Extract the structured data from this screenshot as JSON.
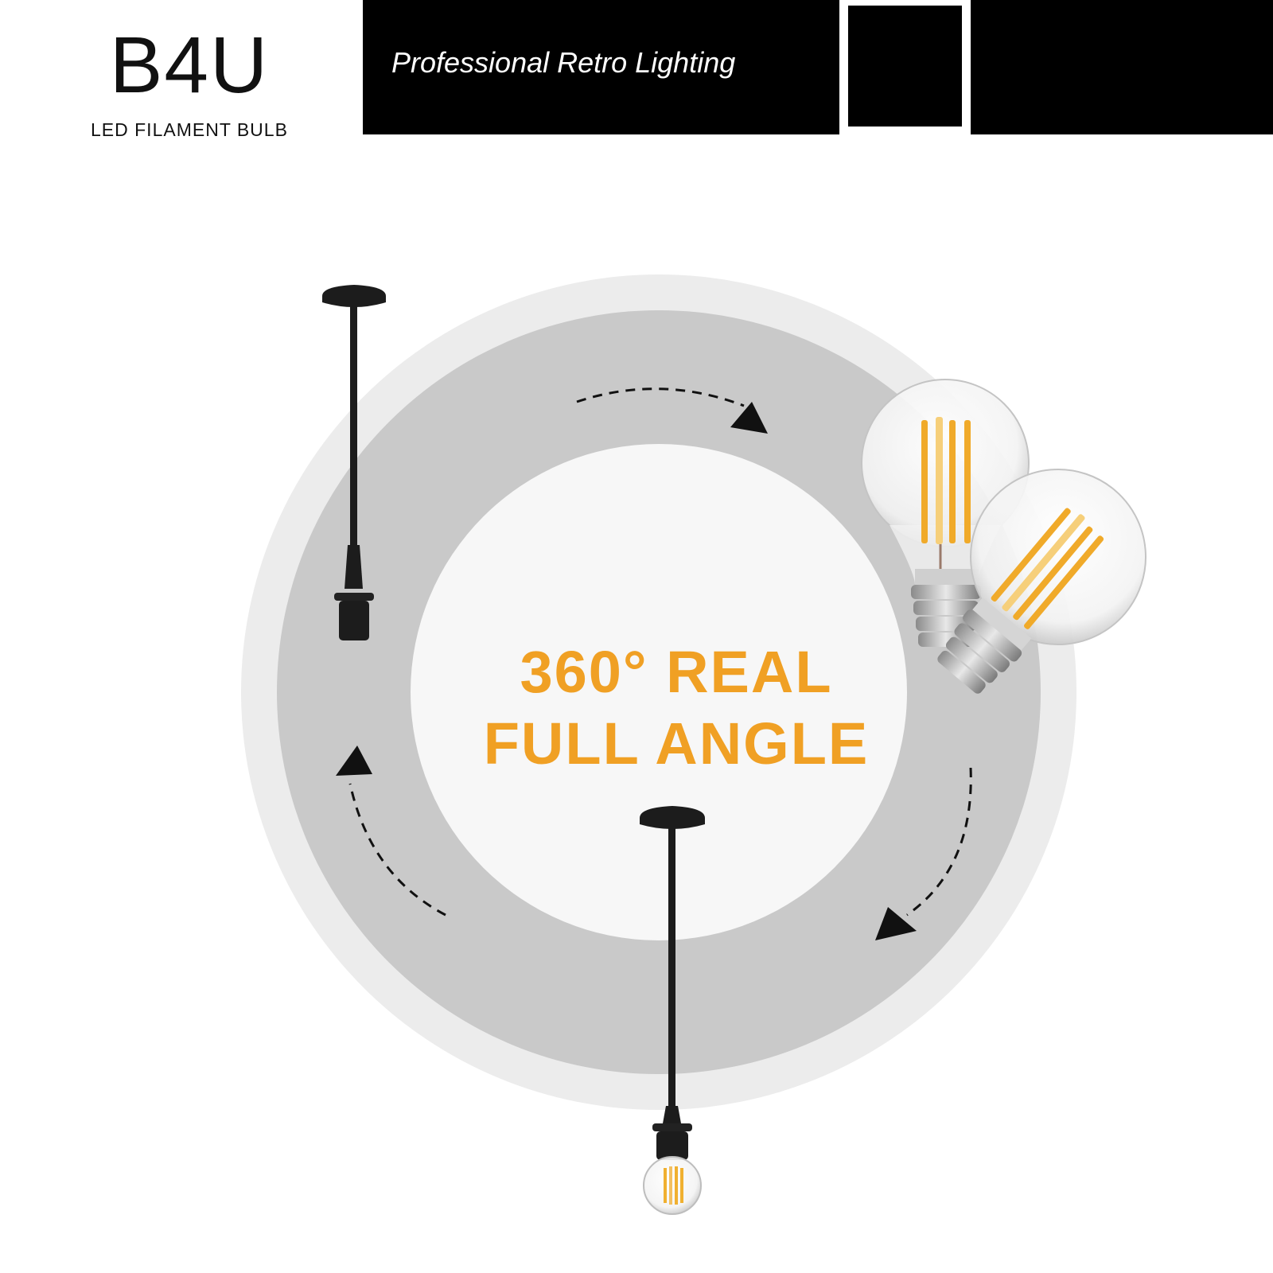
{
  "brand": {
    "name": "B4U",
    "subtitle": "LED FILAMENT BULB"
  },
  "header": {
    "tagline": "Professional Retro Lighting"
  },
  "headline": {
    "line1": "360° REAL",
    "line2": "FULL ANGLE"
  },
  "colors": {
    "accent": "#f0a024",
    "outer_ring": "#ececec",
    "mid_ring": "#c9c9c9",
    "inner_disc": "#f7f7f7",
    "fixture": "#1c1c1c"
  }
}
